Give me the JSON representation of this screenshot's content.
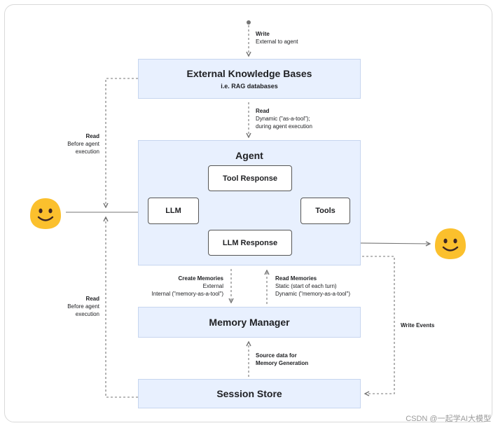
{
  "nodes": {
    "ekb": {
      "title": "External Knowledge Bases",
      "subtitle": "i.e. RAG databases"
    },
    "agent": {
      "title": "Agent"
    },
    "tool_response": "Tool Response",
    "llm": "LLM",
    "tools": "Tools",
    "llm_response": "LLM Response",
    "memory_manager": "Memory Manager",
    "session_store": "Session Store"
  },
  "edges": {
    "write": {
      "title": "Write",
      "detail": "External to agent"
    },
    "read_dynamic": {
      "title": "Read",
      "line1": "Dynamic (\"as-a-tool\");",
      "line2": "during agent execution"
    },
    "read_before_top": {
      "title": "Read",
      "line1": "Before agent",
      "line2": "execution"
    },
    "read_before_bottom": {
      "title": "Read",
      "line1": "Before agent",
      "line2": "execution"
    },
    "create_memories": {
      "title": "Create Memories",
      "line1": "External",
      "line2": "Internal (\"memory-as-a-tool\")"
    },
    "read_memories": {
      "title": "Read Memories",
      "line1": "Static (start of each turn)",
      "line2": "Dynamic (\"memory-as-a-tool\")"
    },
    "write_events": {
      "title": "Write Events"
    },
    "source_data": {
      "line1": "Source data for",
      "line2": "Memory Generation"
    }
  },
  "actors": {
    "user": "smiley-face",
    "output": "smiley-face"
  },
  "colors": {
    "box_fill": "#e8f0fe",
    "arrow": "#757575",
    "face": "#fbc02d"
  },
  "watermark": "CSDN @一起学AI大模型"
}
